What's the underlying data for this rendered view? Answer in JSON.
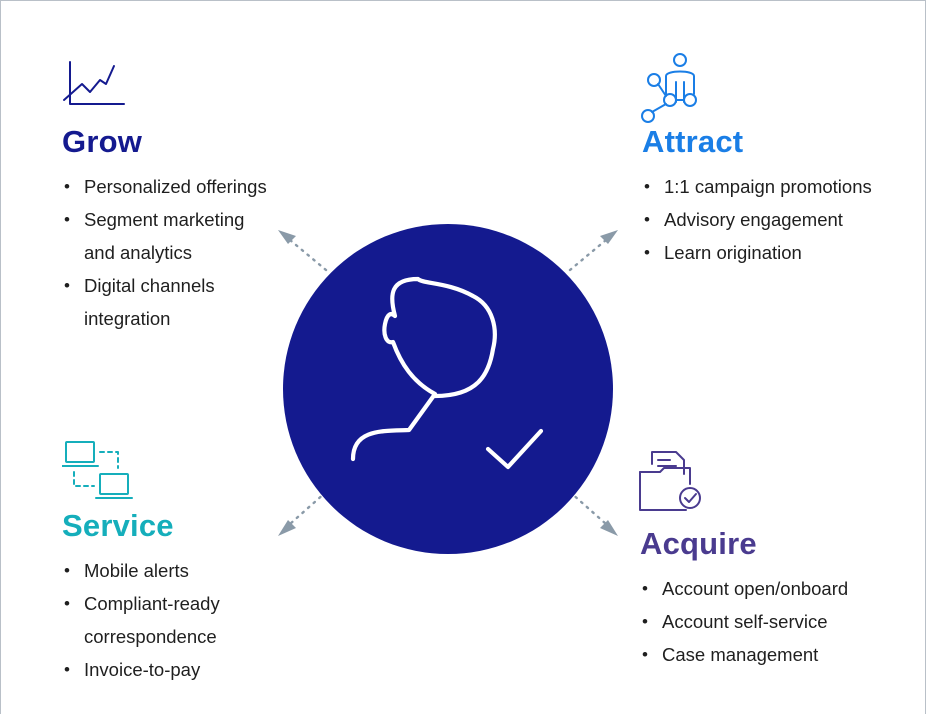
{
  "colors": {
    "circle": "#141a8f",
    "grow": "#141a8f",
    "attract": "#1a7ee6",
    "service": "#15aebb",
    "acquire": "#4a3b8f",
    "arrow": "#8a9aa8",
    "border": "#b9c0c8"
  },
  "grow": {
    "title": "Grow",
    "icon": "line-chart-icon",
    "items": [
      "Personalized offerings",
      "Segment marketing",
      "and analytics",
      "Digital channels",
      "integration"
    ]
  },
  "attract": {
    "title": "Attract",
    "icon": "network-person-icon",
    "items": [
      "1:1 campaign promotions",
      "Advisory engagement",
      "Learn origination"
    ]
  },
  "service": {
    "title": "Service",
    "icon": "connected-laptops-icon",
    "items": [
      "Mobile alerts",
      "Compliant-ready",
      "correspondence",
      "Invoice-to-pay"
    ]
  },
  "acquire": {
    "title": "Acquire",
    "icon": "folder-check-icon",
    "items": [
      "Account open/onboard",
      "Account self-service",
      "Case management"
    ]
  },
  "center": {
    "icon": "customer-check-icon"
  }
}
